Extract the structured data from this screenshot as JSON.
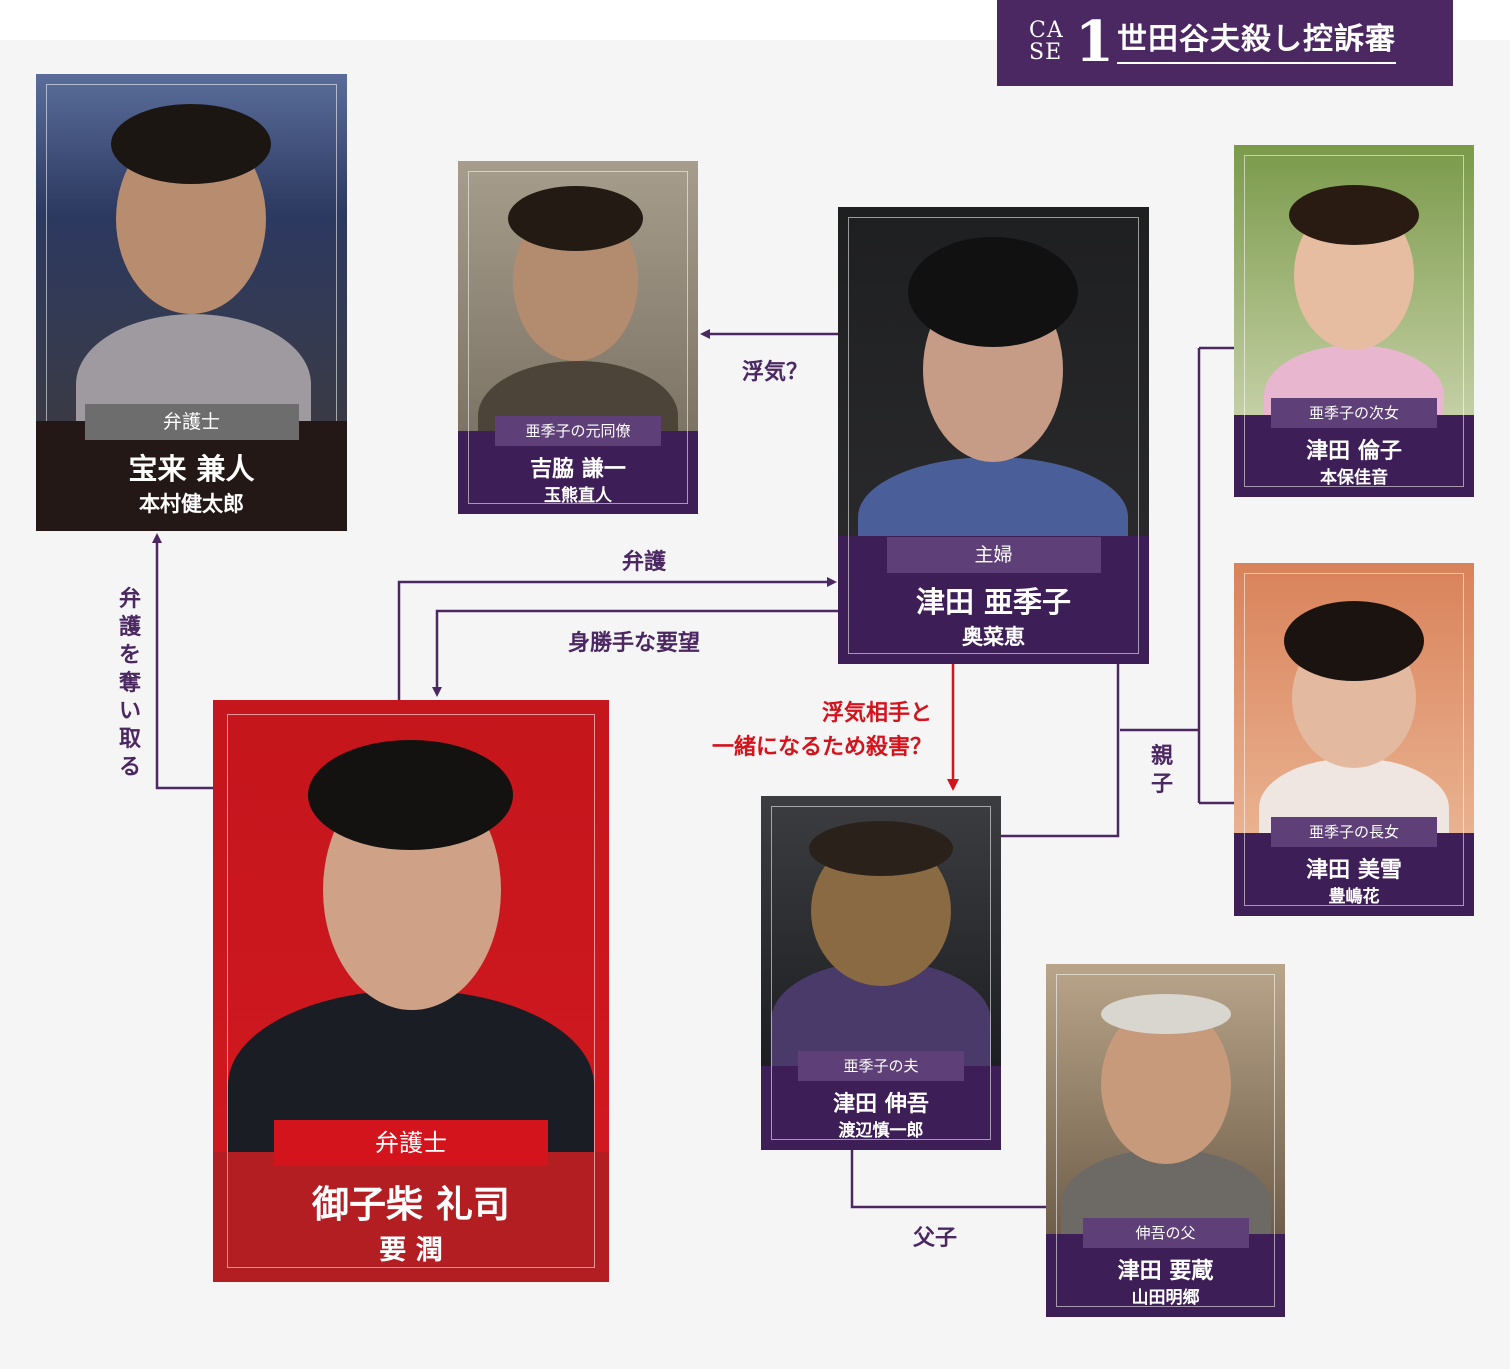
{
  "case": {
    "label_top": "CA",
    "label_bottom": "SE",
    "number": "1",
    "title": "世田谷夫殺し控訴審"
  },
  "characters": {
    "horai": {
      "role": "弁護士",
      "name": "宝来 兼人",
      "actor": "本村健太郎"
    },
    "yoshiwaki": {
      "role": "亜季子の元同僚",
      "name": "吉脇 謙一",
      "actor": "玉熊直人"
    },
    "akiko": {
      "role": "主婦",
      "name": "津田 亜季子",
      "actor": "奥菜恵"
    },
    "rinko": {
      "role": "亜季子の次女",
      "name": "津田 倫子",
      "actor": "本保佳音"
    },
    "miyuki": {
      "role": "亜季子の長女",
      "name": "津田 美雪",
      "actor": "豊嶋花"
    },
    "mikoshiba": {
      "role": "弁護士",
      "name": "御子柴 礼司",
      "actor": "要 潤"
    },
    "shingo": {
      "role": "亜季子の夫",
      "name": "津田 伸吾",
      "actor": "渡辺慎一郎"
    },
    "yozo": {
      "role": "伸吾の父",
      "name": "津田 要蔵",
      "actor": "山田明郷"
    }
  },
  "relations": {
    "affair": "浮気？",
    "defense": "弁護",
    "selfish": "身勝手な要望",
    "steal": "弁護を奪い取る",
    "murder_line1": "浮気相手と",
    "murder_line2": "一緒になるため殺害？",
    "parent_child": "親子",
    "father_son": "父子"
  },
  "colors": {
    "purple_dark": "#3e1e57",
    "purple_line": "#4b2862",
    "red_card": "#c8161d",
    "red_arrow": "#d3141c",
    "dark_card": "#231815",
    "gray_role": "#6d6d6d"
  }
}
